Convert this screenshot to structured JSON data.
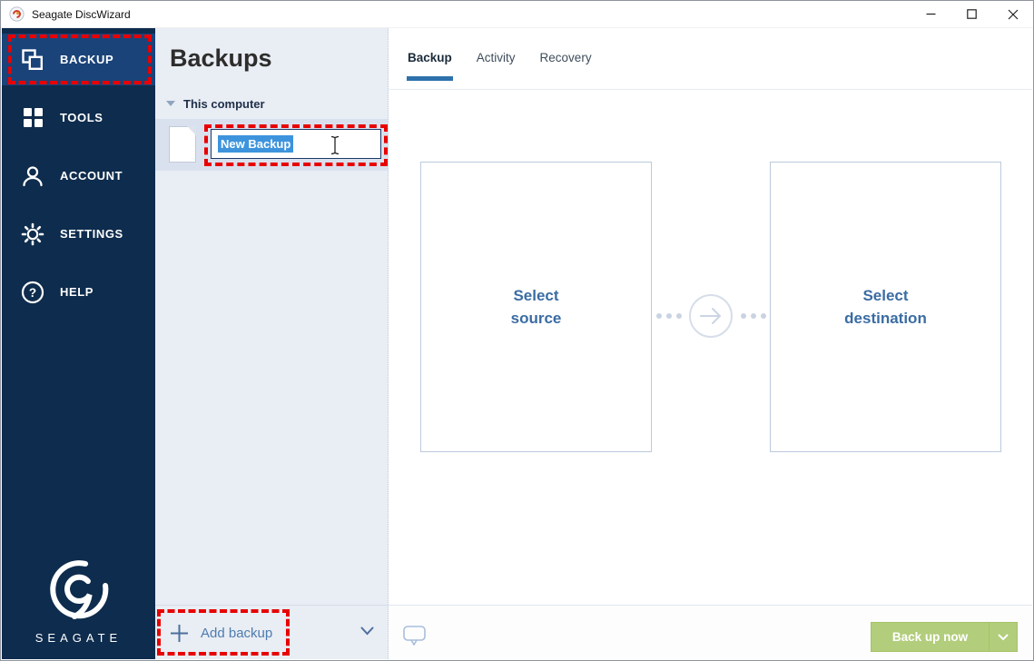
{
  "titlebar": {
    "app_title": "Seagate DiscWizard"
  },
  "sidebar": {
    "items": [
      {
        "label": "BACKUP",
        "icon": "backup-copy-icon",
        "active": true
      },
      {
        "label": "TOOLS",
        "icon": "tools-grid-icon",
        "active": false
      },
      {
        "label": "ACCOUNT",
        "icon": "user-icon",
        "active": false
      },
      {
        "label": "SETTINGS",
        "icon": "gear-icon",
        "active": false
      },
      {
        "label": "HELP",
        "icon": "question-mark-icon",
        "active": false
      }
    ],
    "logo_text": "SEAGATE"
  },
  "backups_panel": {
    "heading": "Backups",
    "group_label": "This computer",
    "selected_backup": {
      "name_value": "New Backup",
      "text_selected": true
    },
    "add_backup_label": "Add backup"
  },
  "main": {
    "tabs": [
      {
        "label": "Backup",
        "active": true
      },
      {
        "label": "Activity",
        "active": false
      },
      {
        "label": "Recovery",
        "active": false
      }
    ],
    "source_box_label": "Select source",
    "destination_box_label": "Select destination",
    "backup_button_label": "Back up now"
  },
  "colors": {
    "sidebar_bg": "#0e2c4d",
    "sidebar_active_bg": "#1a4379",
    "panel_bg": "#e9edf4",
    "selected_row_bg": "#dae1ee",
    "annotation_red": "#e80000",
    "text_selection_blue": "#3d94dd",
    "tab_accent_blue": "#2d71ad",
    "action_link_blue": "#4d7cae",
    "select_label_blue": "#3a6ca3",
    "backup_now_green": "#b2cd7b"
  },
  "annotations": [
    {
      "target": "sidebar-item-backup"
    },
    {
      "target": "backup-name-input"
    },
    {
      "target": "add-backup-button"
    }
  ]
}
